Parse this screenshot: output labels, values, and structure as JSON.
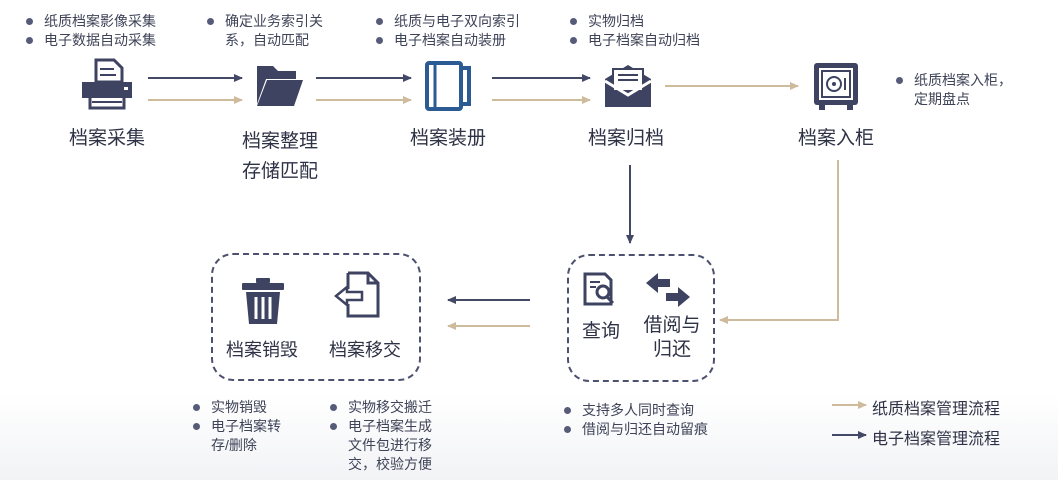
{
  "steps": {
    "collect": {
      "label": "档案采集",
      "bullets": [
        "纸质档案影像采集",
        "电子数据自动采集"
      ]
    },
    "organize": {
      "label_line1": "档案整理",
      "label_line2": "存储匹配",
      "bullets_line1": "确定业务索引关",
      "bullets_line2": "系，自动匹配"
    },
    "bind": {
      "label": "档案装册",
      "bullets": [
        "纸质与电子双向索引",
        "电子档案自动装册"
      ]
    },
    "file": {
      "label": "档案归档",
      "bullets": [
        "实物归档",
        "电子档案自动归档"
      ]
    },
    "cabinet": {
      "label": "档案入柜",
      "bullet_line1": "纸质档案入柜，",
      "bullet_line2": "定期盘点"
    },
    "query": {
      "label": "查询"
    },
    "borrow": {
      "label_line1": "借阅与",
      "label_line2": "归还"
    },
    "destroy": {
      "label": "档案销毁"
    },
    "transfer": {
      "label": "档案移交"
    }
  },
  "notes": {
    "query_borrow": [
      "支持多人同时查询",
      "借阅与归还自动留痕"
    ],
    "destroy": {
      "line1": "实物销毁",
      "line2a": "电子档案转",
      "line2b": "存/删除"
    },
    "transfer": {
      "line1": "实物移交搬迁",
      "line2a": "电子档案生成",
      "line2b": "文件包进行移",
      "line2c": "交，校验方便"
    }
  },
  "legend": {
    "paper": "纸质档案管理流程",
    "electronic": "电子档案管理流程"
  },
  "colors": {
    "paper_flow": "#cdbb9b",
    "electronic_flow": "#424866",
    "icon_dark": "#3d4360",
    "icon_blue": "#2c5a92"
  }
}
